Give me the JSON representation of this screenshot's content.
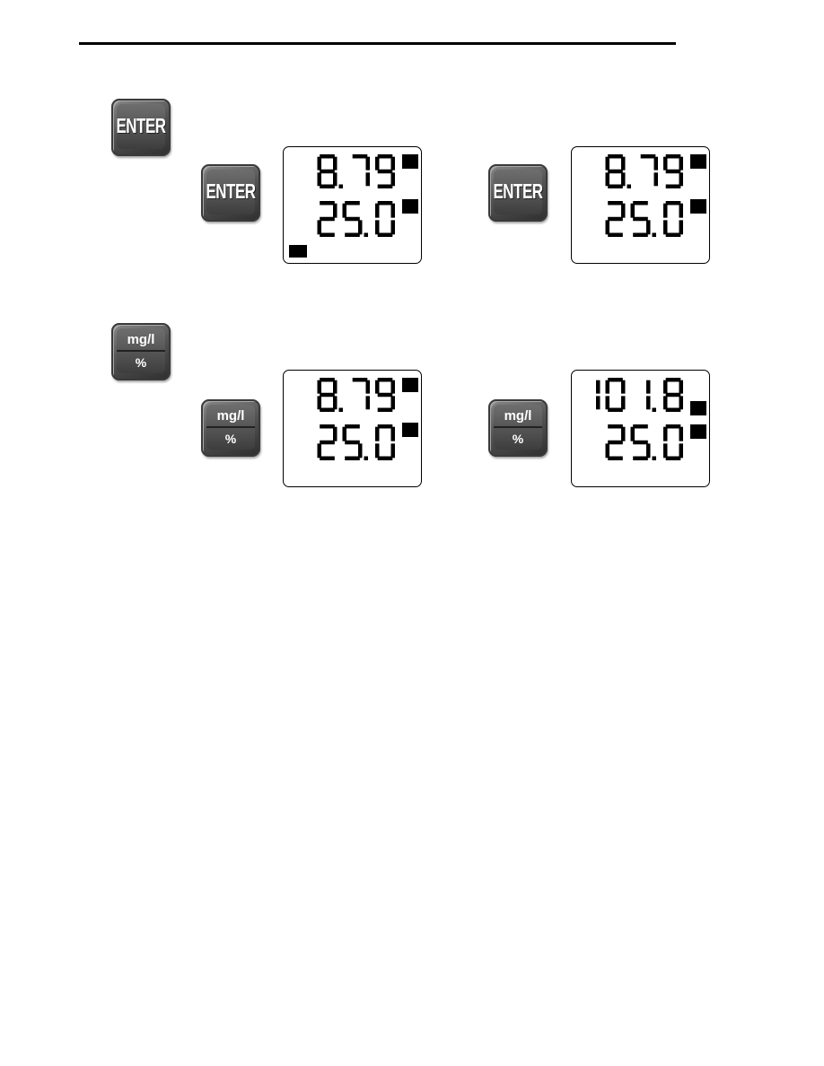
{
  "keys": {
    "enter_label": "ENTER",
    "mg_label": "mg/l",
    "pct_label": "%"
  },
  "displays": [
    {
      "id": "enter-before",
      "top": "8.79",
      "bottom": "25.0"
    },
    {
      "id": "enter-after",
      "top": "8.79",
      "bottom": "25.0"
    },
    {
      "id": "mode-mg",
      "top": "8.79",
      "bottom": "25.0"
    },
    {
      "id": "mode-pct",
      "top": "101.8",
      "bottom": "25.0"
    }
  ],
  "colors": {
    "key": "#555555",
    "segment": "#000000"
  }
}
